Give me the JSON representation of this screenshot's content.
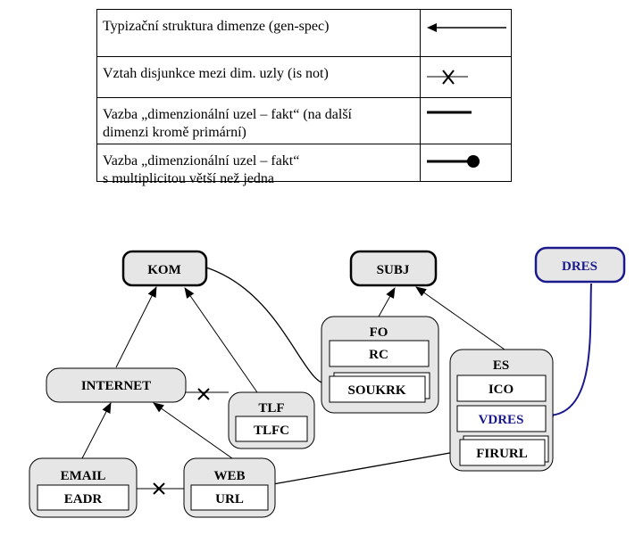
{
  "legend": [
    {
      "text": "Typizační struktura dimenze (gen-spec)",
      "symbol": "arrow-icon"
    },
    {
      "text": "Vztah disjunkce mezi dim. uzly (is not)",
      "symbol": "disjunction-x-icon"
    },
    {
      "text": "Vazba „dimenzionální uzel – fakt“  (na další\ndimenzi kromě primární)",
      "symbol": "thick-line-icon"
    },
    {
      "text": "Vazba „dimenzionální uzel – fakt“\ns multiplicitou větší než jedna",
      "symbol": "line-dot-icon"
    }
  ],
  "nodes": {
    "kom": "KOM",
    "subj": "SUBJ",
    "dres": "DRES",
    "fo": {
      "title": "FO",
      "attrs": [
        "RC",
        "SOUKRK"
      ]
    },
    "es": {
      "title": "ES",
      "attrs": [
        "ICO",
        "VDRES",
        "FIRURL"
      ]
    },
    "internet": "INTERNET",
    "tlf": {
      "title": "TLF",
      "attrs": [
        "TLFC"
      ]
    },
    "email": {
      "title": "EMAIL",
      "attrs": [
        "EADR"
      ]
    },
    "web": {
      "title": "WEB",
      "attrs": [
        "URL"
      ]
    }
  },
  "colors": {
    "node_fill": "#e6e6e6",
    "dres_blue": "#1a1a8c",
    "line": "#000000"
  }
}
